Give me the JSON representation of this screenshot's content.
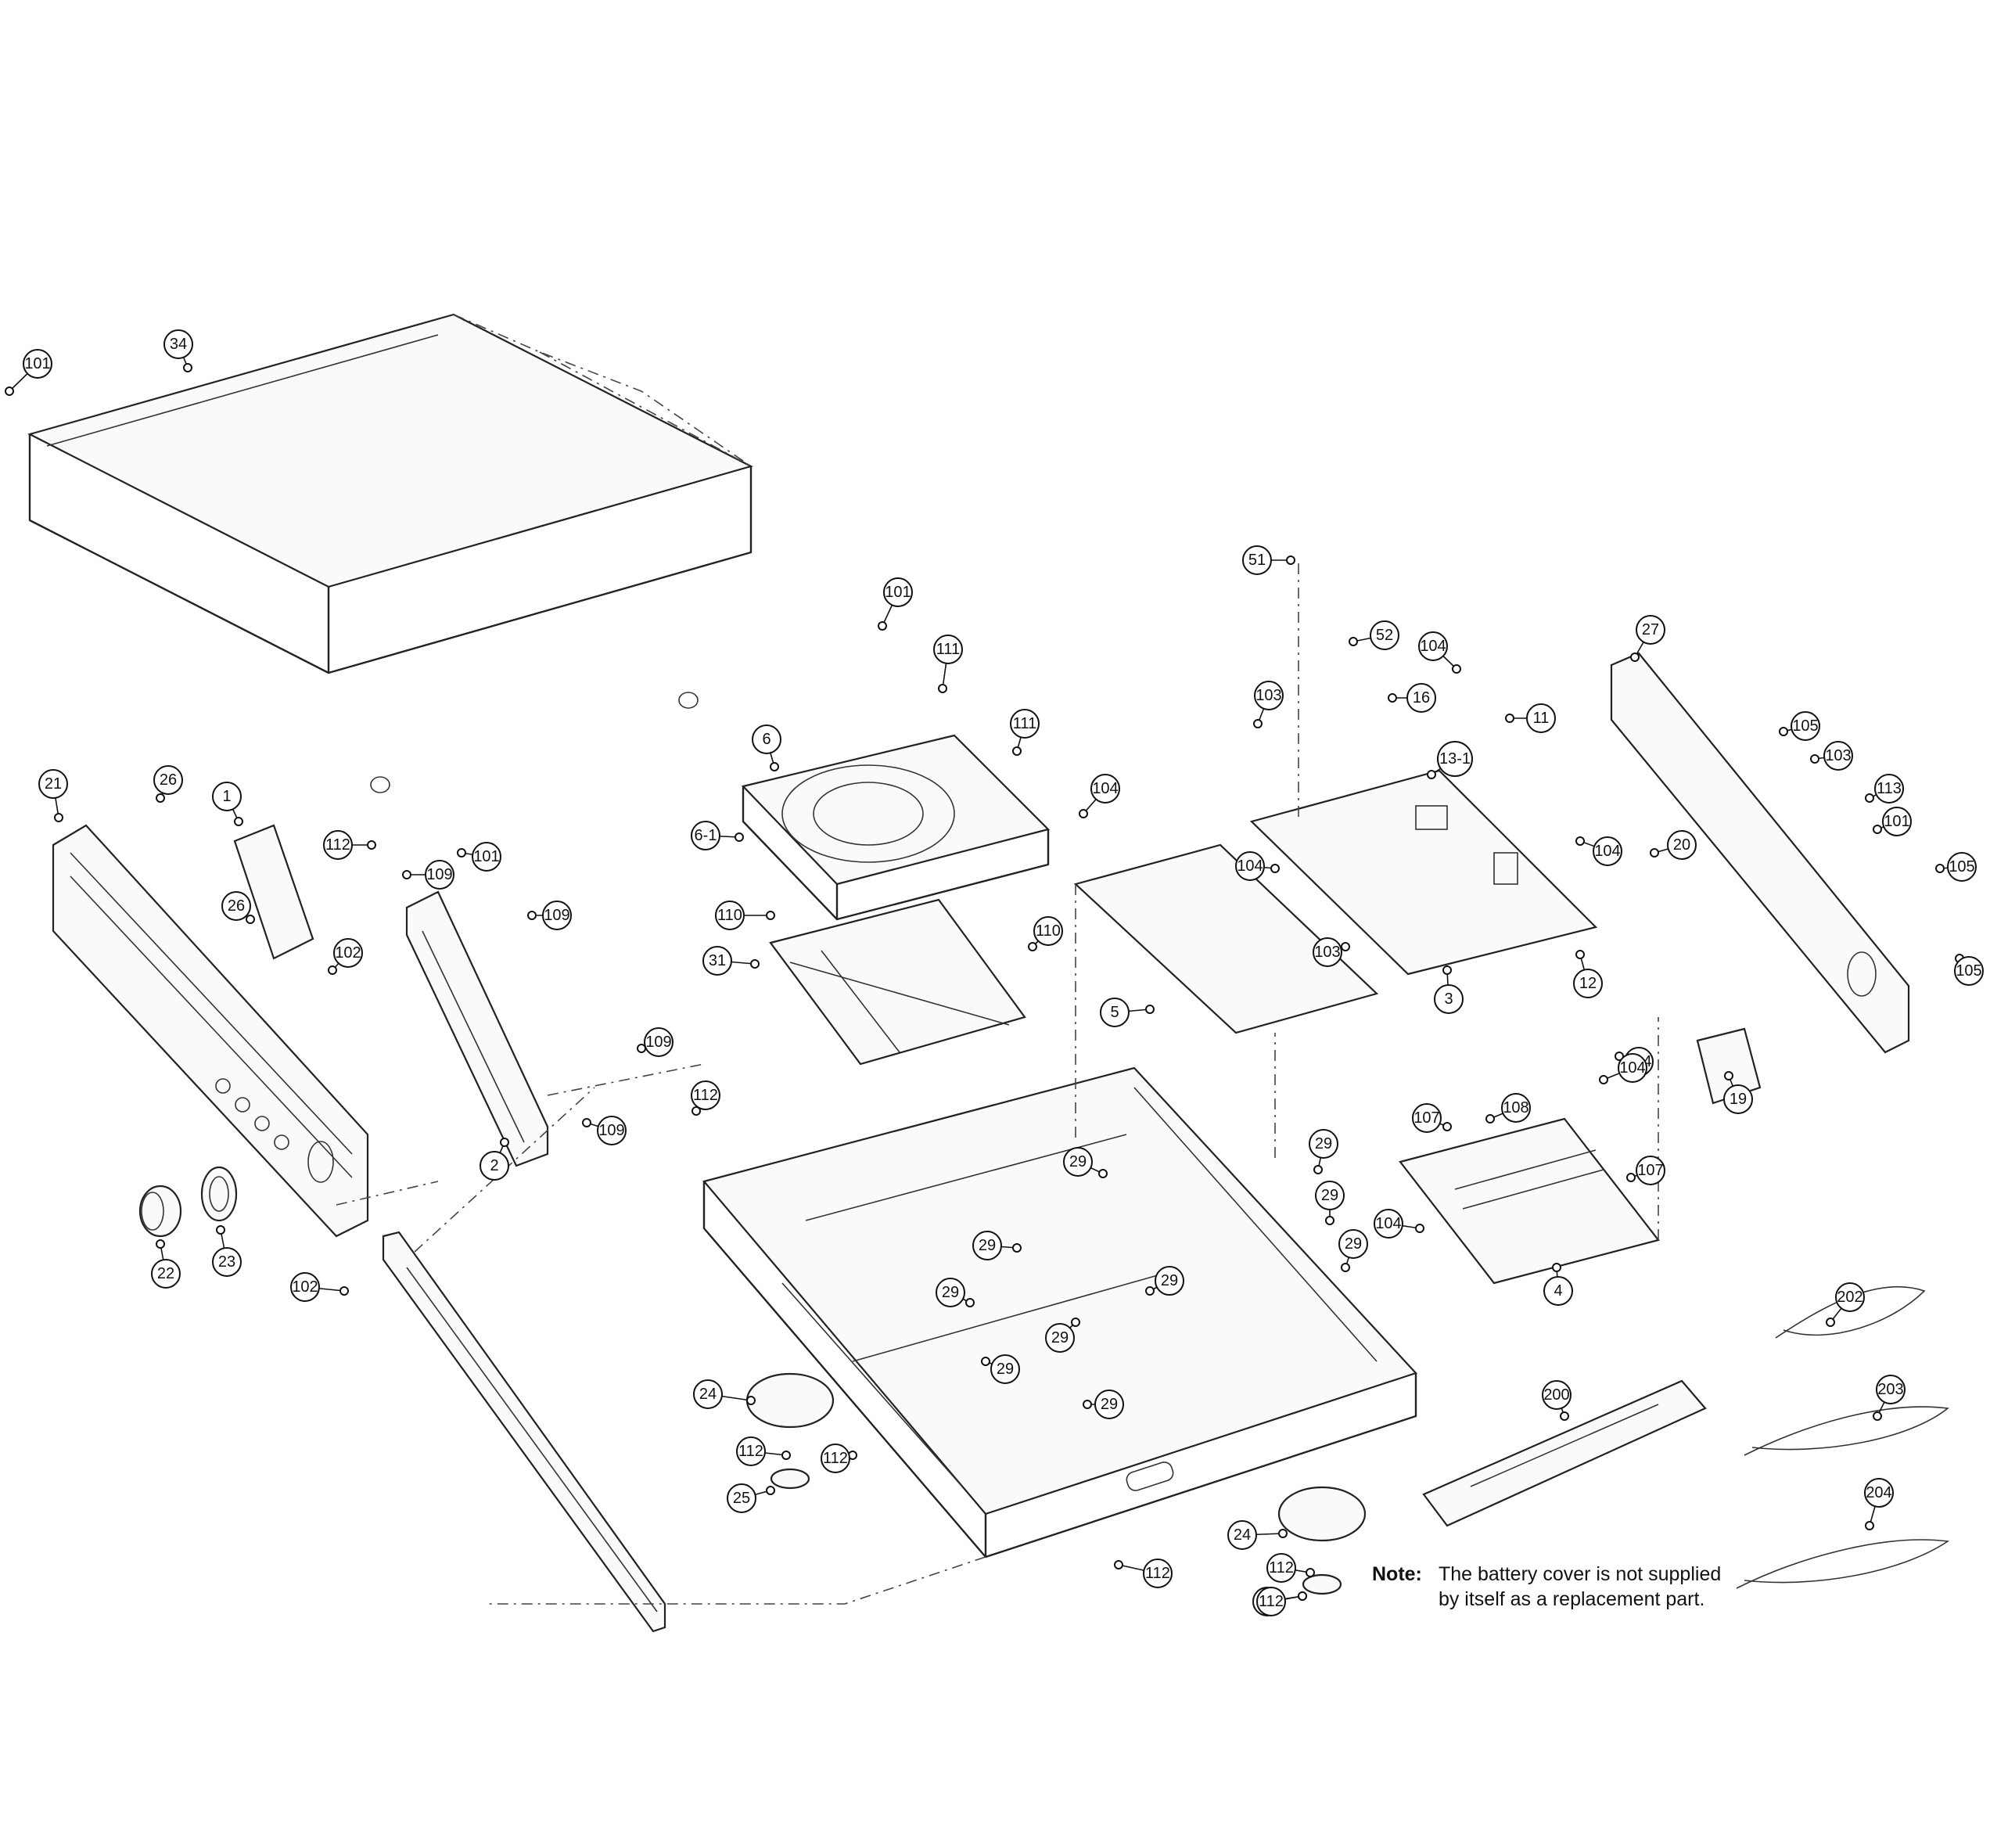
{
  "diagram": {
    "callouts": [
      "101",
      "34",
      "101",
      "111",
      "111",
      "6",
      "6-1",
      "21",
      "26",
      "1",
      "112",
      "101",
      "109",
      "26",
      "102",
      "109",
      "110",
      "110",
      "31",
      "109",
      "2",
      "109",
      "112",
      "22",
      "23",
      "102",
      "104",
      "104",
      "103",
      "5",
      "51",
      "52",
      "104",
      "16",
      "11",
      "13-1",
      "103",
      "104",
      "20",
      "3",
      "12",
      "27",
      "105",
      "103",
      "113",
      "101",
      "105",
      "105",
      "19",
      "104",
      "104",
      "107",
      "108",
      "107",
      "104",
      "4",
      "29",
      "29",
      "29",
      "29",
      "29",
      "29",
      "29",
      "29",
      "29",
      "29",
      "24",
      "112",
      "112",
      "25",
      "112",
      "24",
      "112",
      "25",
      "112",
      "200",
      "202",
      "203",
      "204"
    ]
  },
  "note": {
    "label": "Note:",
    "line1": "The battery cover is not supplied",
    "line2": "by itself as a replacement part."
  }
}
